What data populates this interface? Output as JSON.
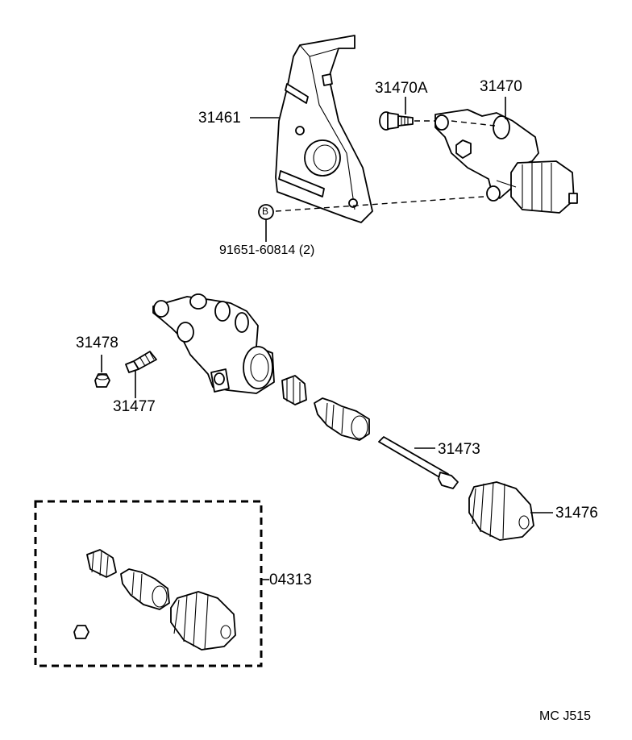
{
  "labels": {
    "bracket": "31461",
    "bolt": "31470A",
    "cylinder_assy": "31470",
    "nut_code": "B",
    "nut": "91651-60814 (2)",
    "cap": "31478",
    "bleeder": "31477",
    "push_rod": "31473",
    "boot": "31476",
    "repair_kit": "04313",
    "figure_code": "MC J515"
  }
}
